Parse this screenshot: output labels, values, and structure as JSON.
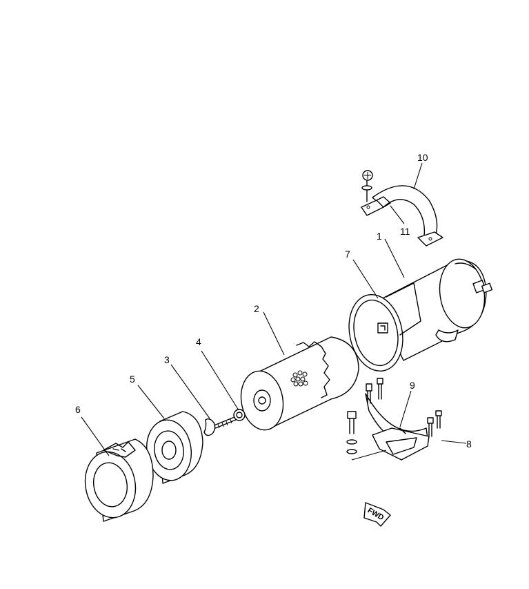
{
  "callouts": [
    {
      "id": "1",
      "text": "1"
    },
    {
      "id": "2",
      "text": "2"
    },
    {
      "id": "3",
      "text": "3"
    },
    {
      "id": "4",
      "text": "4"
    },
    {
      "id": "5",
      "text": "5"
    },
    {
      "id": "6",
      "text": "6"
    },
    {
      "id": "7",
      "text": "7"
    },
    {
      "id": "8",
      "text": "8"
    },
    {
      "id": "9",
      "text": "9"
    },
    {
      "id": "10",
      "text": "10"
    },
    {
      "id": "11",
      "text": "11"
    }
  ],
  "direction_marker": {
    "text": "FWD"
  }
}
